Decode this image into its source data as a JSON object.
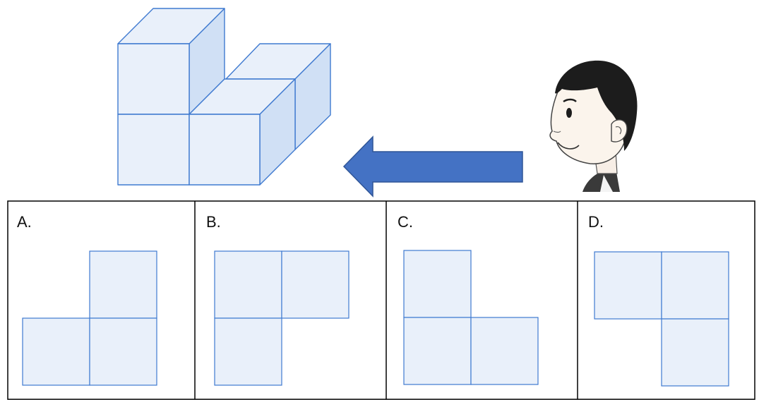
{
  "options": [
    {
      "label": "A."
    },
    {
      "label": "B."
    },
    {
      "label": "C."
    },
    {
      "label": "D."
    }
  ],
  "colors": {
    "cube_face": "#e9f0fa",
    "cube_side": "#d0e0f5",
    "cube_edge": "#3f7ad0",
    "arrow_fill": "#4472c4",
    "arrow_edge": "#2f5597",
    "table_border": "#000000"
  },
  "icons": {
    "viewer": "boy-head-profile-icon",
    "direction": "left-arrow-icon"
  }
}
